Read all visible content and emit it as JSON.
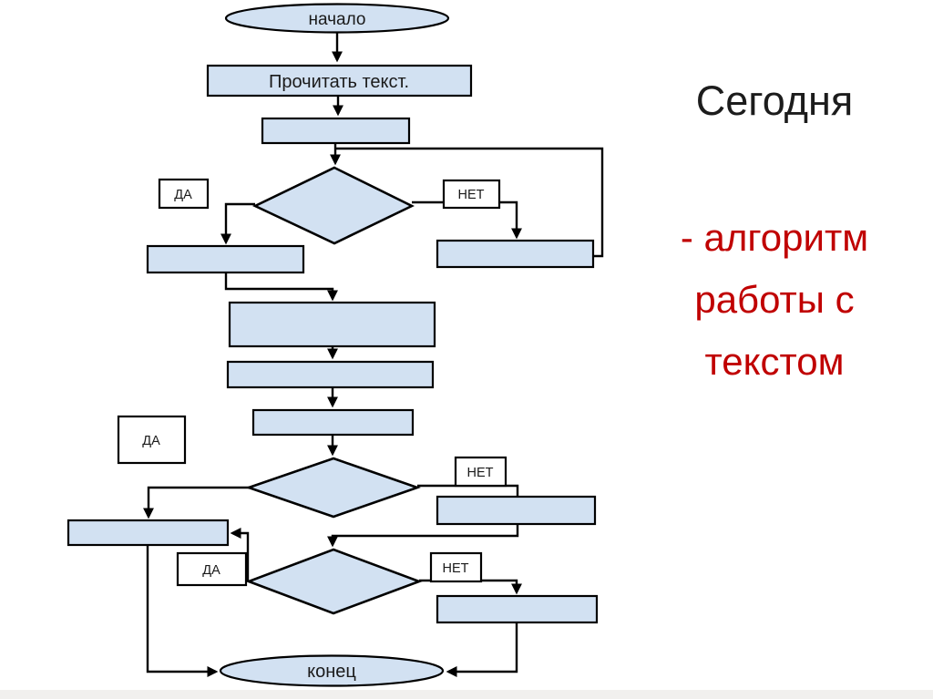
{
  "slide": {
    "background": "#ffffff",
    "bottom_bar_color": "#f1f0ee",
    "title": "Сегодня",
    "title_color": "#1c1c1c",
    "subtitle_lines": [
      "- алгоритм",
      "работы с",
      "текстом"
    ],
    "subtitle_color": "#c00000"
  },
  "flowchart": {
    "shape_fill": "#d2e1f2",
    "shape_stroke": "#000000",
    "nodes": {
      "start": "начало",
      "read_text": "Прочитать текст.",
      "end": "конец"
    },
    "branch_labels": {
      "yes1": "ДА",
      "no1": "НЕТ",
      "yes2": "ДА",
      "no2": "НЕТ",
      "yes3": "ДА",
      "no3": "НЕТ"
    }
  }
}
